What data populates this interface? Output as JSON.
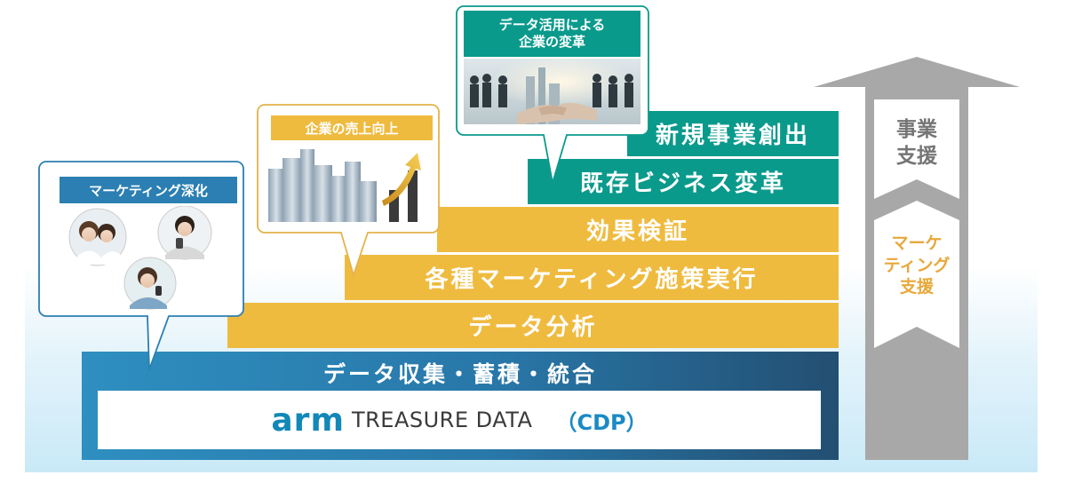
{
  "layers": {
    "data_collection": "データ収集・蓄積・統合",
    "data_analysis": "データ分析",
    "marketing_execution": "各種マーケティング施策実行",
    "effect_verification": "効果検証",
    "business_transformation": "既存ビジネス変革",
    "new_business": "新規事業創出"
  },
  "cdp": {
    "logo_mark": "arm",
    "logo_text": "TREASURE DATA",
    "suffix": "（CDP）"
  },
  "callouts": {
    "marketing": "マーケティング深化",
    "sales": "企業の売上向上",
    "transformation_line1": "データ活用による",
    "transformation_line2": "企業の変革"
  },
  "arrow": {
    "top_line1": "事業",
    "top_line2": "支援",
    "bottom_line1": "マーケ",
    "bottom_line2": "ティング",
    "bottom_line3": "支援"
  },
  "colors": {
    "gold": "#efbb3f",
    "teal": "#0a9a8c",
    "blue": "#2b7fb2",
    "arrow_gray": "#a8a8a8",
    "marketing_text": "#e8a83a"
  }
}
